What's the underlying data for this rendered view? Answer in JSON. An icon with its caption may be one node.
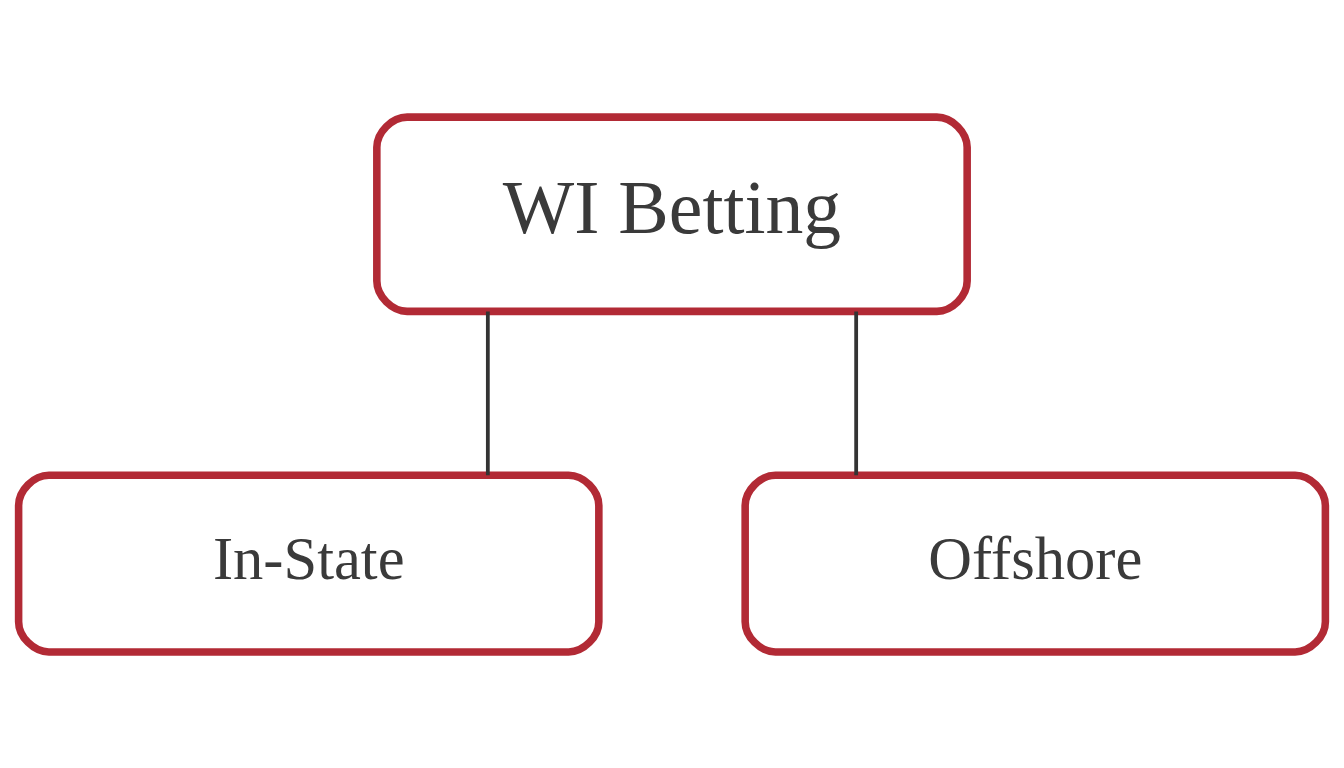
{
  "diagram": {
    "nodes": [
      {
        "text": [
          "WI Betting"
        ]
      },
      {
        "text": [
          "In-State"
        ]
      },
      {
        "text": [
          "Offshore"
        ]
      }
    ],
    "edges": [
      {
        "from": 0,
        "to": 1,
        "arrow": "none"
      },
      {
        "from": 0,
        "to": 2,
        "arrow": "none"
      }
    ]
  }
}
